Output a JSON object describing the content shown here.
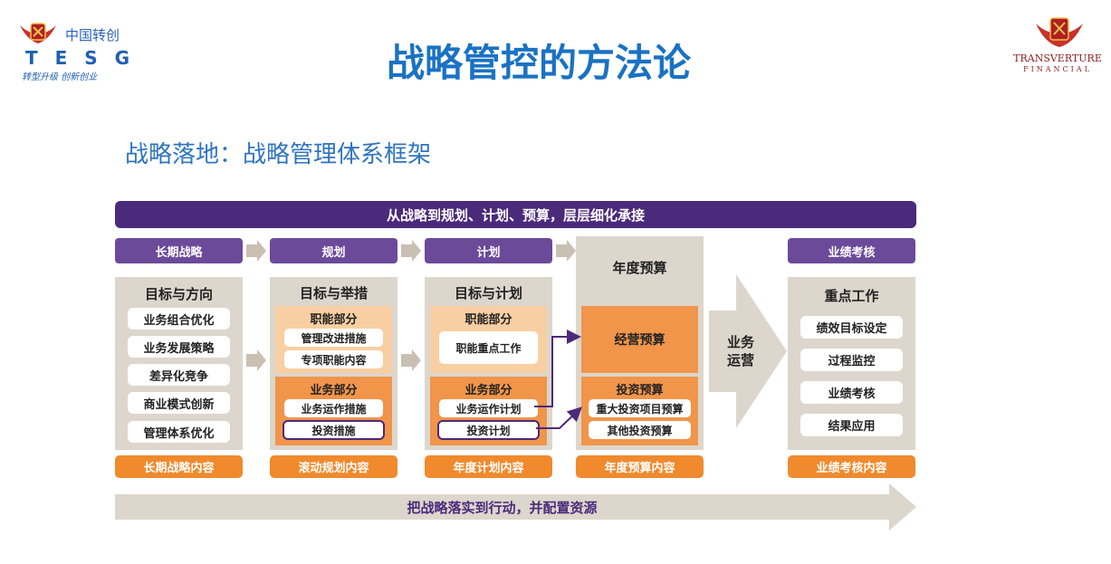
{
  "header": {
    "logo_left": {
      "brand_cn": "中国转创",
      "brand_en": "T E S G",
      "slogan": "转型升级 创新创业"
    },
    "title": "战略管控的方法论",
    "logo_right": {
      "name": "TRANSVERTURE",
      "sub": "FINANCIAL"
    }
  },
  "subtitle": "战略落地：战略管理体系框架",
  "diagram": {
    "top_banner": "从战略到规划、计划、预算，层层细化承接",
    "bottom_banner": "把战略落实到行动，并配置资源",
    "col_strategy": {
      "head": "长期战略",
      "title": "目标与方向",
      "items": [
        "业务组合优化",
        "业务发展策略",
        "差异化竞争",
        "商业模式创新",
        "管理体系优化"
      ],
      "footer": "长期战略内容"
    },
    "col_planning": {
      "head": "规划",
      "title": "目标与举措",
      "functional": {
        "title": "职能部分",
        "items": [
          "管理改进措施",
          "专项职能内容"
        ]
      },
      "business": {
        "title": "业务部分",
        "items": [
          "业务运作措施",
          "投资措施"
        ]
      },
      "footer": "滚动规划内容"
    },
    "col_plan": {
      "head": "计划",
      "title": "目标与计划",
      "functional": {
        "title": "职能部分",
        "items": [
          "职能重点工作"
        ]
      },
      "business": {
        "title": "业务部分",
        "items": [
          "业务运作计划",
          "投资计划"
        ]
      },
      "footer": "年度计划内容"
    },
    "col_budget": {
      "head": "年度预算",
      "operating": "经营预算",
      "investment": {
        "title": "投资预算",
        "items": [
          "重大投资项目预算",
          "其他投资预算"
        ]
      },
      "footer": "年度预算内容"
    },
    "operations": "业务\n运营",
    "col_performance": {
      "head": "业绩考核",
      "title": "重点工作",
      "items": [
        "绩效目标设定",
        "过程监控",
        "业绩考核",
        "结果应用"
      ],
      "footer": "业绩考核内容"
    }
  },
  "colors": {
    "purple_dark": "#4b2a7b",
    "purple_mid": "#6b4a9a",
    "orange": "#f08a2c",
    "orange_light": "#f8cfa2",
    "beige": "#ddd6cc",
    "title_blue": "#1a72c4"
  }
}
